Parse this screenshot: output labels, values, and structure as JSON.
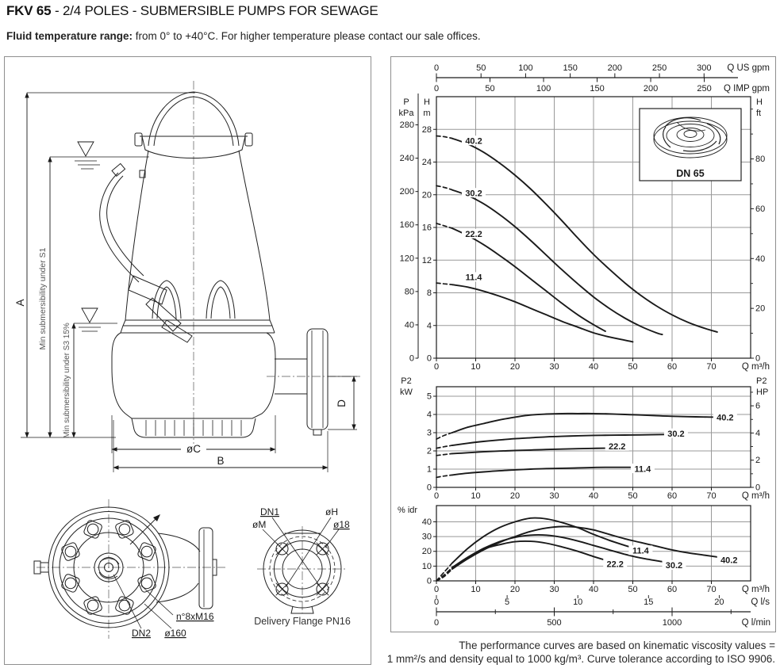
{
  "colors": {
    "ink": "#1a1a1a",
    "grid": "#999999",
    "muted": "#555555"
  },
  "header": {
    "title_model": "FKV 65",
    "title_rest": " - 2/4 POLES - SUBMERSIBLE PUMPS FOR SEWAGE",
    "subtitle_bold": "Fluid temperature range:",
    "subtitle_rest": " from 0° to +40°C. For higher temperature please contact our sale offices."
  },
  "drawing": {
    "dim_a": "A",
    "dim_b": "B",
    "dim_c": "øC",
    "dim_d": "D",
    "submersibility_s1": "Min submersibility under S1",
    "submersibility_s3": "Min submersibility under S3 15%",
    "bottom_view": {
      "bolts": "n°8xM16",
      "dn2": "DN2",
      "outer_diameter": "ø160"
    },
    "flange_view": {
      "dn1": "DN1",
      "m": "øM",
      "h": "øH",
      "hole": "ø18",
      "caption": "Delivery Flange PN16"
    }
  },
  "impeller_inset": {
    "caption": "DN 65"
  },
  "footer": {
    "line1": "The performance curves are based on kinematic viscosity values =",
    "line2": "1 mm²/s and density equal to 1000 kg/m³. Curve tolerance according to ISO 9906."
  },
  "chart_data": [
    {
      "id": "head-flow",
      "type": "line",
      "x_label": "Q m³/h",
      "x_range": [
        0,
        80
      ],
      "x_ticks": [
        0,
        10,
        20,
        30,
        40,
        50,
        60,
        70
      ],
      "top_axes": [
        {
          "label": "Q US gpm",
          "ticks": [
            0,
            50,
            100,
            150,
            200,
            250,
            300
          ],
          "to_m3h": 0.22712
        },
        {
          "label": "Q IMP gpm",
          "ticks": [
            0,
            50,
            100,
            150,
            200,
            250
          ],
          "to_m3h": 0.27277
        }
      ],
      "y_left_primary": {
        "label": [
          "H",
          "m"
        ],
        "range": [
          0,
          32
        ],
        "ticks": [
          0,
          4,
          8,
          12,
          16,
          20,
          24,
          28
        ]
      },
      "y_left_secondary": {
        "label": [
          "P",
          "kPa"
        ],
        "ticks": [
          0,
          40,
          80,
          120,
          160,
          200,
          240,
          280
        ],
        "to_m": 0.10197
      },
      "y_right": {
        "label": [
          "H",
          "ft"
        ],
        "ticks": [
          0,
          20,
          40,
          60,
          80
        ],
        "minor_ticks": [
          10,
          30,
          50,
          70,
          90,
          100
        ],
        "to_m": 0.3048
      },
      "series": [
        {
          "name": "40.2",
          "label_at": [
            9.5,
            26.6
          ],
          "dashed": [
            [
              0,
              27.2
            ],
            [
              2,
              27.1
            ],
            [
              4,
              26.9
            ]
          ],
          "points": [
            [
              4,
              26.9
            ],
            [
              8,
              26.2
            ],
            [
              12,
              25.2
            ],
            [
              16,
              23.9
            ],
            [
              20,
              22.4
            ],
            [
              24,
              20.7
            ],
            [
              28,
              18.8
            ],
            [
              32,
              16.8
            ],
            [
              36,
              14.7
            ],
            [
              40,
              12.7
            ],
            [
              44,
              10.9
            ],
            [
              48,
              9.2
            ],
            [
              52,
              7.7
            ],
            [
              56,
              6.4
            ],
            [
              60,
              5.3
            ],
            [
              64,
              4.4
            ],
            [
              68,
              3.7
            ],
            [
              71.5,
              3.2
            ]
          ]
        },
        {
          "name": "30.2",
          "label_at": [
            9.5,
            20.2
          ],
          "dashed": [
            [
              0,
              21.1
            ],
            [
              2,
              20.9
            ],
            [
              4,
              20.6
            ]
          ],
          "points": [
            [
              4,
              20.6
            ],
            [
              8,
              19.9
            ],
            [
              12,
              18.9
            ],
            [
              16,
              17.6
            ],
            [
              20,
              16.1
            ],
            [
              24,
              14.4
            ],
            [
              28,
              12.6
            ],
            [
              32,
              10.8
            ],
            [
              36,
              9.1
            ],
            [
              40,
              7.5
            ],
            [
              44,
              6.1
            ],
            [
              48,
              4.9
            ],
            [
              52,
              3.9
            ],
            [
              56,
              3.1
            ],
            [
              57.5,
              2.9
            ]
          ]
        },
        {
          "name": "22.2",
          "label_at": [
            9.5,
            15.2
          ],
          "dashed": [
            [
              0,
              16.5
            ],
            [
              2,
              16.2
            ],
            [
              4,
              15.9
            ]
          ],
          "points": [
            [
              4,
              15.9
            ],
            [
              8,
              15.0
            ],
            [
              12,
              13.9
            ],
            [
              16,
              12.6
            ],
            [
              20,
              11.2
            ],
            [
              24,
              9.7
            ],
            [
              28,
              8.2
            ],
            [
              32,
              6.7
            ],
            [
              36,
              5.3
            ],
            [
              40,
              4.1
            ],
            [
              43,
              3.3
            ]
          ]
        },
        {
          "name": "11.4",
          "label_at": [
            9.5,
            9.9
          ],
          "dashed": [
            [
              0,
              9.2
            ],
            [
              2,
              9.1
            ],
            [
              4,
              9.0
            ]
          ],
          "points": [
            [
              4,
              9.0
            ],
            [
              8,
              8.7
            ],
            [
              12,
              8.2
            ],
            [
              16,
              7.6
            ],
            [
              20,
              6.9
            ],
            [
              24,
              6.1
            ],
            [
              28,
              5.3
            ],
            [
              32,
              4.5
            ],
            [
              36,
              3.8
            ],
            [
              40,
              3.1
            ],
            [
              44,
              2.6
            ],
            [
              48,
              2.2
            ],
            [
              50,
              2.0
            ]
          ]
        }
      ]
    },
    {
      "id": "power-flow",
      "type": "line",
      "x_label": "Q m³/h",
      "x_range": [
        0,
        80
      ],
      "x_ticks": [
        0,
        10,
        20,
        30,
        40,
        50,
        60,
        70
      ],
      "y_left": {
        "label": [
          "P2",
          "kW"
        ],
        "range": [
          0,
          5.5
        ],
        "ticks": [
          0,
          1,
          2,
          3,
          4,
          5
        ]
      },
      "y_right": {
        "label": [
          "P2",
          "HP"
        ],
        "ticks": [
          0,
          2,
          4,
          6
        ],
        "minor_ticks": [
          1,
          3,
          5,
          7
        ],
        "to_kw": 0.7457
      },
      "series": [
        {
          "name": "40.2",
          "label_at": [
            73.5,
            3.85
          ],
          "dashed": [
            [
              0,
              2.65
            ],
            [
              2,
              2.85
            ],
            [
              4,
              3.0
            ]
          ],
          "points": [
            [
              4,
              3.0
            ],
            [
              8,
              3.3
            ],
            [
              12,
              3.5
            ],
            [
              16,
              3.7
            ],
            [
              20,
              3.85
            ],
            [
              24,
              3.97
            ],
            [
              28,
              4.02
            ],
            [
              32,
              4.05
            ],
            [
              36,
              4.05
            ],
            [
              40,
              4.05
            ],
            [
              44,
              4.03
            ],
            [
              48,
              4.0
            ],
            [
              52,
              3.97
            ],
            [
              56,
              3.93
            ],
            [
              60,
              3.9
            ],
            [
              64,
              3.88
            ],
            [
              68,
              3.86
            ],
            [
              72,
              3.85
            ]
          ]
        },
        {
          "name": "30.2",
          "label_at": [
            61,
            2.95
          ],
          "dashed": [
            [
              0,
              2.15
            ],
            [
              2,
              2.23
            ],
            [
              4,
              2.3
            ]
          ],
          "points": [
            [
              4,
              2.3
            ],
            [
              8,
              2.42
            ],
            [
              12,
              2.52
            ],
            [
              16,
              2.6
            ],
            [
              20,
              2.67
            ],
            [
              24,
              2.72
            ],
            [
              28,
              2.77
            ],
            [
              32,
              2.8
            ],
            [
              36,
              2.83
            ],
            [
              40,
              2.85
            ],
            [
              44,
              2.86
            ],
            [
              48,
              2.87
            ],
            [
              52,
              2.88
            ],
            [
              58,
              2.9
            ]
          ]
        },
        {
          "name": "22.2",
          "label_at": [
            46,
            2.25
          ],
          "dashed": [
            [
              0,
              1.75
            ],
            [
              2,
              1.8
            ],
            [
              4,
              1.85
            ]
          ],
          "points": [
            [
              4,
              1.85
            ],
            [
              8,
              1.9
            ],
            [
              12,
              1.95
            ],
            [
              16,
              1.99
            ],
            [
              20,
              2.02
            ],
            [
              24,
              2.05
            ],
            [
              28,
              2.08
            ],
            [
              32,
              2.1
            ],
            [
              36,
              2.12
            ],
            [
              40,
              2.14
            ],
            [
              43,
              2.15
            ]
          ]
        },
        {
          "name": "11.4",
          "label_at": [
            52.5,
            1.02
          ],
          "dashed": [
            [
              0,
              0.55
            ],
            [
              2,
              0.62
            ],
            [
              4,
              0.68
            ]
          ],
          "points": [
            [
              4,
              0.68
            ],
            [
              8,
              0.78
            ],
            [
              12,
              0.85
            ],
            [
              16,
              0.91
            ],
            [
              20,
              0.96
            ],
            [
              24,
              1.0
            ],
            [
              28,
              1.03
            ],
            [
              32,
              1.05
            ],
            [
              36,
              1.07
            ],
            [
              40,
              1.09
            ],
            [
              44,
              1.1
            ],
            [
              50,
              1.1
            ]
          ]
        }
      ]
    },
    {
      "id": "efficiency-flow",
      "type": "line",
      "x_label": "Q m³/h",
      "x_range": [
        0,
        80
      ],
      "x_ticks": [
        0,
        10,
        20,
        30,
        40,
        50,
        60,
        70
      ],
      "y_left": {
        "label": "% idr",
        "range": [
          0,
          51
        ],
        "ticks": [
          0,
          10,
          20,
          30,
          40
        ]
      },
      "extra_x_axes": [
        {
          "label": "Q l/s",
          "ticks": [
            0,
            5,
            10,
            15,
            20
          ],
          "to_m3h": 3.6
        },
        {
          "label": "Q l/min",
          "ticks": [
            0,
            500,
            1000
          ],
          "minor_ticks": [
            250,
            750,
            1250
          ],
          "to_m3h": 0.06
        }
      ],
      "series": [
        {
          "name": "11.4",
          "label_at": [
            52,
            20.5
          ],
          "dashed": [
            [
              0,
              0
            ],
            [
              2,
              6
            ],
            [
              4,
              12
            ]
          ],
          "points": [
            [
              4,
              12
            ],
            [
              8,
              22
            ],
            [
              12,
              30
            ],
            [
              16,
              36
            ],
            [
              20,
              40
            ],
            [
              24,
              42.5
            ],
            [
              28,
              42
            ],
            [
              32,
              39.5
            ],
            [
              36,
              36
            ],
            [
              40,
              31.5
            ],
            [
              44,
              27.5
            ],
            [
              48,
              24
            ],
            [
              50,
              22.5
            ]
          ]
        },
        {
          "name": "22.2",
          "label_at": [
            45.5,
            11.5
          ],
          "dashed": [
            [
              0,
              0
            ],
            [
              2,
              4
            ],
            [
              4,
              9
            ]
          ],
          "points": [
            [
              4,
              9
            ],
            [
              8,
              16
            ],
            [
              12,
              21.5
            ],
            [
              16,
              24.5
            ],
            [
              20,
              26.5
            ],
            [
              24,
              26.8
            ],
            [
              28,
              25.5
            ],
            [
              32,
              23
            ],
            [
              36,
              20
            ],
            [
              40,
              16.5
            ],
            [
              43,
              14
            ]
          ]
        },
        {
          "name": "30.2",
          "label_at": [
            60.5,
            10.5
          ],
          "dashed": [
            [
              0,
              0
            ],
            [
              2,
              4
            ],
            [
              4,
              9
            ]
          ],
          "points": [
            [
              4,
              9
            ],
            [
              8,
              16
            ],
            [
              12,
              22
            ],
            [
              16,
              26.5
            ],
            [
              20,
              29.5
            ],
            [
              24,
              31
            ],
            [
              28,
              31
            ],
            [
              32,
              29.5
            ],
            [
              36,
              27
            ],
            [
              40,
              24
            ],
            [
              44,
              21
            ],
            [
              48,
              18
            ],
            [
              52,
              15.5
            ],
            [
              57.5,
              13
            ]
          ]
        },
        {
          "name": "40.2",
          "label_at": [
            74.5,
            14
          ],
          "dashed": [
            [
              0,
              0
            ],
            [
              2,
              3
            ],
            [
              4,
              8
            ]
          ],
          "points": [
            [
              4,
              8
            ],
            [
              8,
              15
            ],
            [
              12,
              21
            ],
            [
              16,
              26
            ],
            [
              20,
              30
            ],
            [
              24,
              33.5
            ],
            [
              28,
              35.8
            ],
            [
              32,
              36.8
            ],
            [
              36,
              36.3
            ],
            [
              40,
              34.5
            ],
            [
              44,
              31.5
            ],
            [
              48,
              28.5
            ],
            [
              52,
              26
            ],
            [
              56,
              23.5
            ],
            [
              60,
              21
            ],
            [
              64,
              19
            ],
            [
              68,
              17.5
            ],
            [
              72,
              16
            ]
          ]
        }
      ]
    }
  ]
}
